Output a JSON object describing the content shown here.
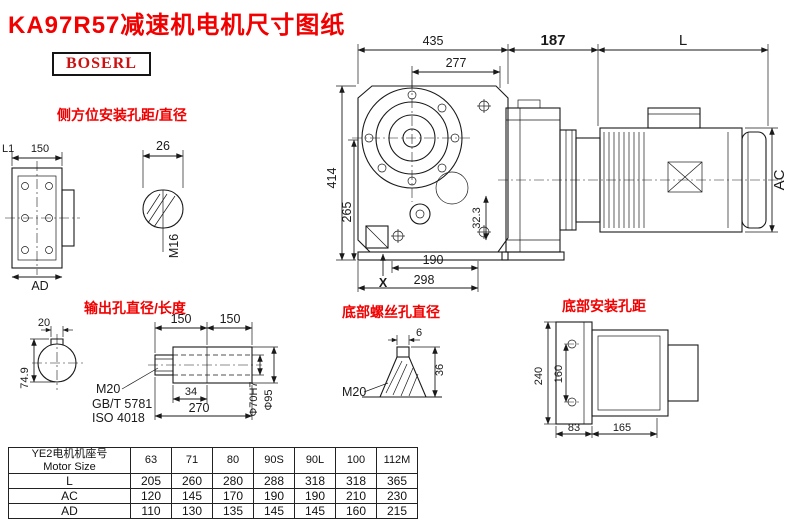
{
  "title": "KA97R57减速机电机尺寸图纸",
  "brand": "BOSERL",
  "colors": {
    "accent_red": "#f20000",
    "line_color": "#1a1a1a"
  },
  "labels": {
    "side_mount": "侧方位安装孔距/直径",
    "output_hole": "输出孔直径/长度",
    "bottom_screw": "底部螺丝孔直径",
    "bottom_mount": "底部安装孔距"
  },
  "dims": {
    "total_width": "435",
    "adapter_width": "187",
    "motor_length": "L",
    "inner_width": "277",
    "total_height": "414",
    "output_height": "265",
    "foot_offset": "32.3",
    "foot_spacing": "190",
    "base_width": "298",
    "x_mark": "X",
    "motor_dia": "AC",
    "flange_l1": "L1",
    "flange_width": "150",
    "side_shaft_dia": "26",
    "side_thread": "M16",
    "flange_ad": "AD",
    "keyway_width": "20",
    "shaft_len_a": "150",
    "shaft_len_b": "150",
    "bore_key_height": "74.9",
    "output_thread": "M20",
    "std_gb": "GB/T 5781",
    "std_iso": "ISO 4018",
    "key_length": "34",
    "shaft_total_len": "270",
    "bore_dia": "Φ70H7",
    "hub_dia": "Φ95",
    "screw_top": "6",
    "screw_height": "36",
    "screw_thread": "M20",
    "base_height": "240",
    "hole_spacing_v": "160",
    "hole_offset": "83",
    "hole_spacing_h": "165"
  },
  "table": {
    "header_cn": "YE2电机机座号",
    "header_en": "Motor Size",
    "sizes": [
      "63",
      "71",
      "80",
      "90S",
      "90L",
      "100",
      "112M"
    ],
    "rows": [
      {
        "label": "L",
        "values": [
          "205",
          "260",
          "280",
          "288",
          "318",
          "318",
          "365"
        ]
      },
      {
        "label": "AC",
        "values": [
          "120",
          "145",
          "170",
          "190",
          "190",
          "210",
          "230"
        ]
      },
      {
        "label": "AD",
        "values": [
          "110",
          "130",
          "135",
          "145",
          "145",
          "160",
          "215"
        ]
      }
    ]
  }
}
